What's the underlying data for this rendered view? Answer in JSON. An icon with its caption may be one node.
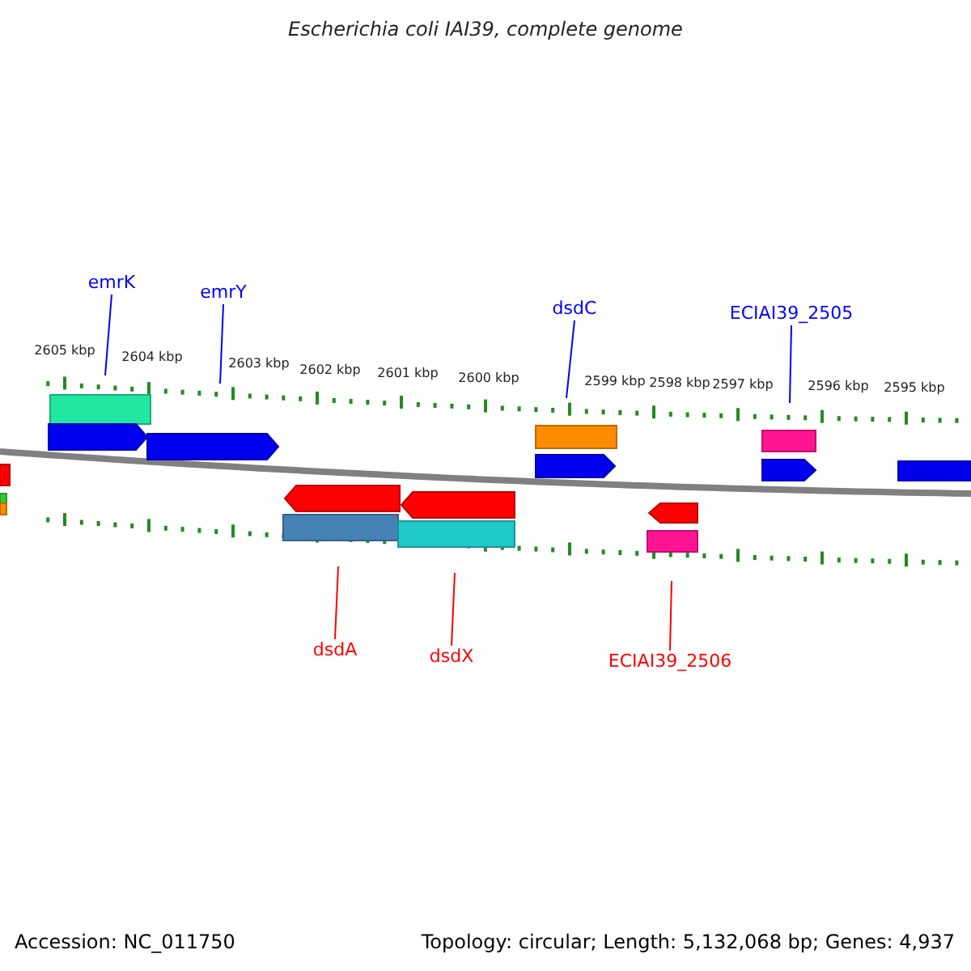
{
  "diagram": {
    "title": "Escherichia coli IAI39, complete genome",
    "nodes": [
      {
        "text": [
          "emrK"
        ]
      },
      {
        "text": [
          "emrY"
        ]
      },
      {
        "text": [
          "dsdC"
        ]
      },
      {
        "text": [
          "ECIAI39_2505"
        ]
      },
      {
        "text": [
          "dsdA"
        ]
      },
      {
        "text": [
          "dsdX"
        ]
      },
      {
        "text": [
          "ECIAI39_2506"
        ]
      }
    ],
    "edges": [
      {
        "from": 0,
        "to": null,
        "arrow": "none",
        "color": "#0000ff"
      },
      {
        "from": 1,
        "to": null,
        "arrow": "none",
        "color": "#0000ff"
      },
      {
        "from": 2,
        "to": null,
        "arrow": "none",
        "color": "#0000ff"
      },
      {
        "from": 3,
        "to": null,
        "arrow": "none",
        "color": "#0000ff"
      },
      {
        "from": 4,
        "to": null,
        "arrow": "none",
        "color": "#ff0000"
      },
      {
        "from": 5,
        "to": null,
        "arrow": "none",
        "color": "#ff0000"
      },
      {
        "from": 6,
        "to": null,
        "arrow": "none",
        "color": "#ff0000"
      }
    ],
    "labels": [
      "2605 kbp",
      "2604 kbp",
      "2603 kbp",
      "2602 kbp",
      "2601 kbp",
      "2600 kbp",
      "2599 kbp",
      "2598 kbp",
      "2597 kbp",
      "2596 kbp",
      "2595 kbp",
      "Accession: NC_011750",
      "Topology: circular; Length: 5,132,068 bp; Genes: 4,937"
    ]
  }
}
